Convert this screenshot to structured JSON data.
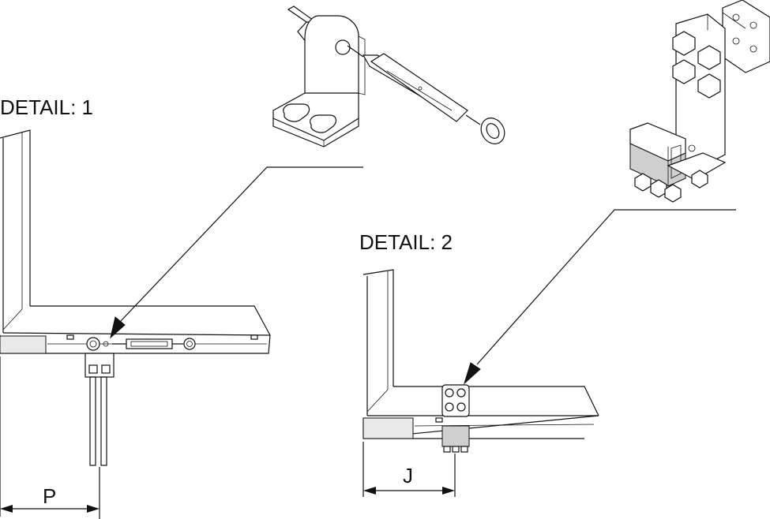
{
  "labels": {
    "detail1": "DETAIL: 1",
    "detail2": "DETAIL: 2",
    "dim_p": "P",
    "dim_j": "J"
  }
}
